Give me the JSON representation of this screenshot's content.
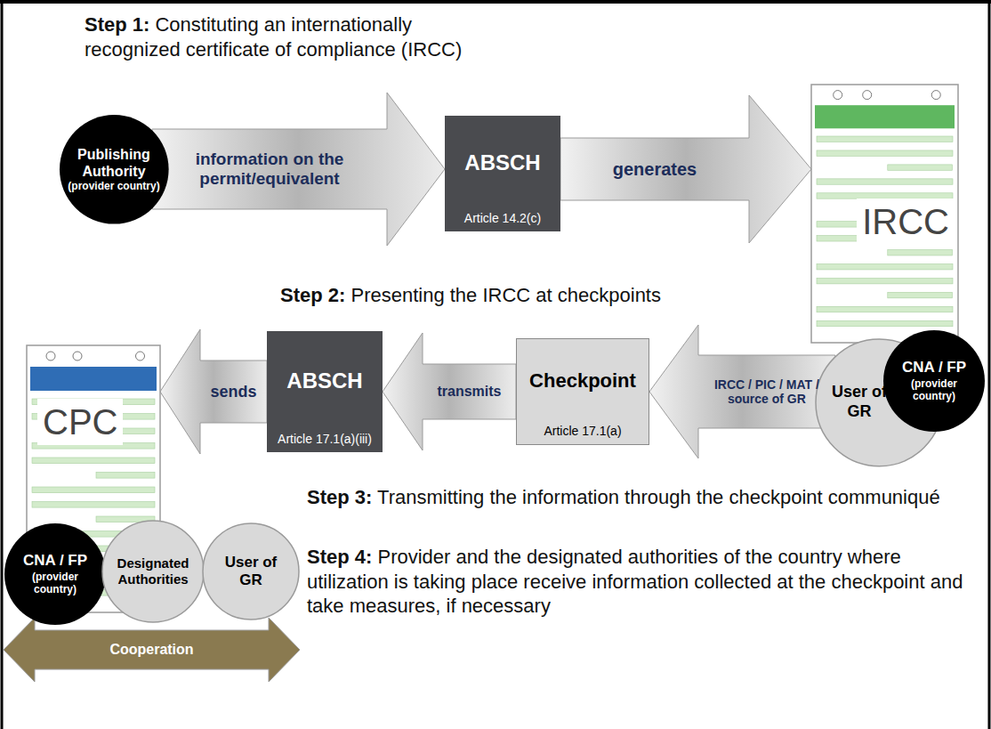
{
  "diagram": {
    "nodes": [
      {
        "text": [
          "Publishing Authority",
          "(provider country)"
        ]
      },
      {
        "text": [
          "ABSCH",
          "Article 14.2(c)"
        ]
      },
      {
        "text": [
          "IRCC"
        ]
      },
      {
        "text": [
          "User of GR"
        ]
      },
      {
        "text": [
          "CNA / FP",
          "(provider country)"
        ]
      },
      {
        "text": [
          "Checkpoint",
          "Article 17.1(a)"
        ]
      },
      {
        "text": [
          "ABSCH",
          "Article 17.1(a)(iii)"
        ]
      },
      {
        "text": [
          "CPC"
        ]
      },
      {
        "text": [
          "CNA / FP",
          "(provider country)"
        ]
      },
      {
        "text": [
          "Designated Authorities"
        ]
      },
      {
        "text": [
          "User of GR"
        ]
      }
    ],
    "edges": [
      {
        "from": 0,
        "to": 1,
        "arrow": "to",
        "label": "information on the permit/equivalent"
      },
      {
        "from": 1,
        "to": 2,
        "arrow": "to",
        "label": "generates"
      },
      {
        "from": 3,
        "to": 5,
        "arrow": "to",
        "label": "IRCC / PIC / MAT / source of GR"
      },
      {
        "from": 5,
        "to": 6,
        "arrow": "to",
        "label": "transmits"
      },
      {
        "from": 6,
        "to": 7,
        "arrow": "to",
        "label": "sends"
      },
      {
        "from": 8,
        "to": 10,
        "arrow": "both",
        "label": "Cooperation"
      }
    ],
    "labels": [
      "Step 1: Constituting an internationally recognized certificate of compliance (IRCC)",
      "Step 2: Presenting the IRCC at checkpoints",
      "Step 3: Transmitting the information through the checkpoint communiqué",
      "Step 4: Provider and the designated authorities of the country where utilization is taking place receive information collected at the checkpoint and take measures, if necessary"
    ]
  }
}
